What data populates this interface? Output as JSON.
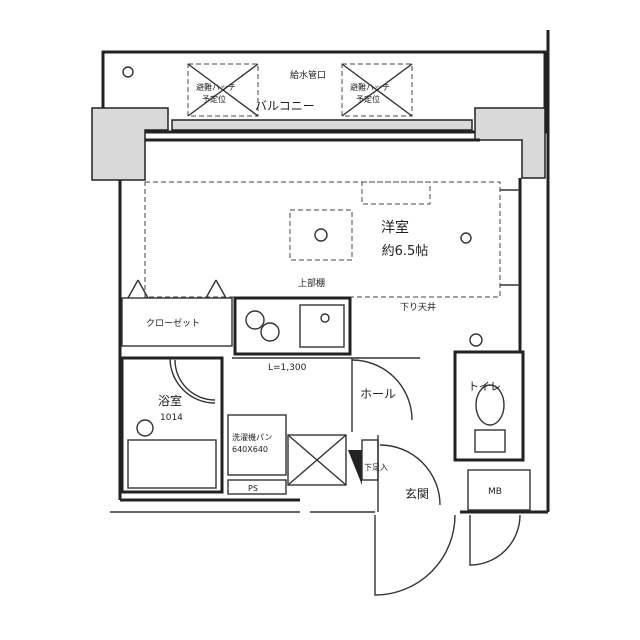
{
  "floorplan": {
    "rooms": {
      "western": {
        "name": "洋室",
        "size": "約6.5帖"
      },
      "balcony": "バルコニー",
      "bath": {
        "name": "浴室",
        "size": "1014"
      },
      "hall": "ホール",
      "toilet": "トイレ",
      "entrance": "玄関",
      "closet": "クローゼット"
    },
    "annotations": {
      "hatch_left_1": "避難ハッチ",
      "hatch_left_2": "予定位",
      "hatch_right_1": "避難ハッチ",
      "hatch_right_2": "予定位",
      "balcony_top": "給水管口",
      "upper_shelf": "上部棚",
      "western_bottom": "下り天井",
      "kitchen": "L=1,300",
      "washer_1": "洗濯機パン",
      "washer_2": "640X640",
      "ps": "PS",
      "mb": "MB",
      "shoe": "下足入"
    }
  }
}
